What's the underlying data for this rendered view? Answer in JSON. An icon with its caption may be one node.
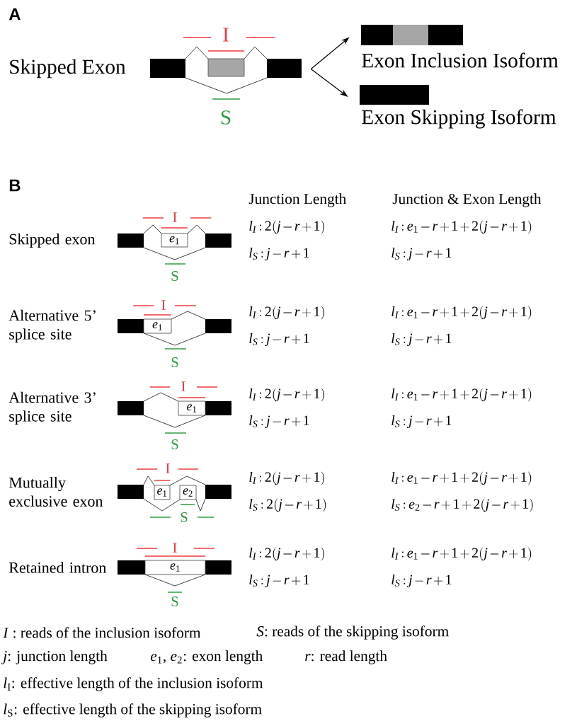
{
  "diagram": {
    "nodes": [
      {
        "text": [
          "Skipped Exon"
        ]
      },
      {
        "text": [
          "Exon Inclusion Isoform"
        ]
      },
      {
        "text": [
          "Exon Skipping Isoform"
        ]
      }
    ],
    "edges": [
      {
        "from": 0,
        "to": 1,
        "arrow": "to"
      },
      {
        "from": 0,
        "to": 2,
        "arrow": "to"
      }
    ],
    "labels": [
      "A",
      "I",
      "S",
      "B",
      "Junction Length",
      "Junction & Exon Length",
      "Skipped exon",
      "I",
      "*e*$_{1}$",
      "S",
      "l_I : 2(j-r+1)",
      "l_I : e_1-r+1+2(j-r+1)",
      "l_S : j-r+1",
      "l_S : j-r+1",
      "Alternative 5’ splice site",
      "I",
      "*e*$_{1}$",
      "S",
      "l_I : 2(j-r+1)",
      "l_I : e_1-r+1+2(j-r+1)",
      "l_S : j-r+1",
      "l_S : j-r+1",
      "Alternative 3’ splice site",
      "I",
      "*e*$_{1}$",
      "S",
      "l_I : 2(j-r+1)",
      "l_I : e_1-r+1+2(j-r+1)",
      "l_S : j-r+1",
      "l_S : j-r+1",
      "Mutually exclusive exon",
      "I",
      "*e*$_{1}$",
      "*e*$_{2}$",
      "S",
      "l_I : 2(j-r+1)",
      "l_I : e_1-r+1+2(j-r+1)",
      "l_S : 2(j-r+1)",
      "l_S : e_2-r+1+2(j-r+1)",
      "Retained intron",
      "I",
      "*e*$_{1}$",
      "S",
      "l_I : 2(j-r+1)",
      "l_I : e_1-r+1+2(j-r+1)",
      "l_S : j-r+1",
      "l_S : j-r+1",
      "*I* : reads of the inclusion isoform",
      "*S*: reads of the skipping isoform",
      "*j*: junction length",
      "*e*$_{1}$, *e*$_{2}$: exon length",
      "*r*: read length",
      "*l*$_{I}$: effective length of the inclusion isoform",
      "*l*$_{S}$: effective length of the skipping isoform"
    ]
  }
}
